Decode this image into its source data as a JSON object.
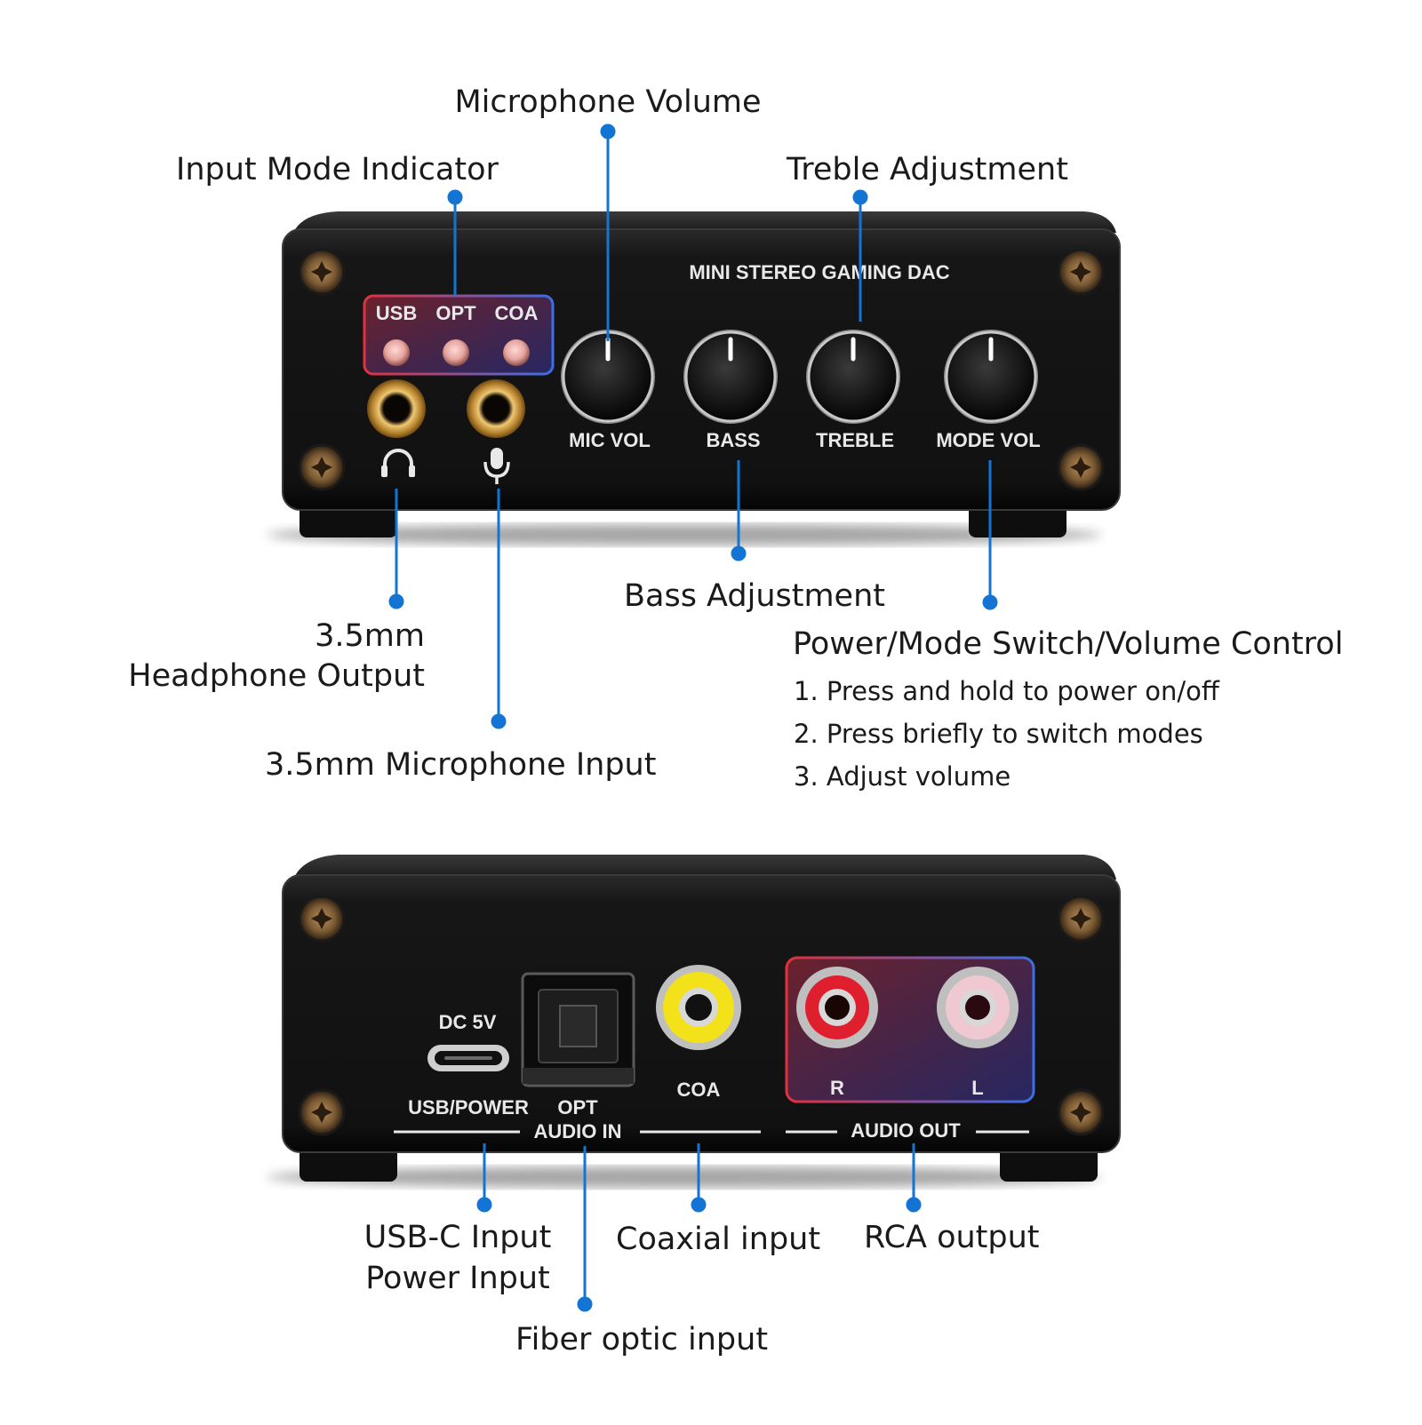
{
  "front_panel": {
    "title": "MINI STEREO GAMING DAC",
    "indicator_labels": [
      "USB",
      "OPT",
      "COA"
    ],
    "knob_labels": [
      "MIC VOL",
      "BASS",
      "TREBLE",
      "MODE VOL"
    ]
  },
  "rear_panel": {
    "dc_label": "DC 5V",
    "usb_power_label": "USB/POWER",
    "opt_label": "OPT",
    "audio_in_label": "AUDIO IN",
    "coa_label": "COA",
    "r_label": "R",
    "l_label": "L",
    "audio_out_label": "AUDIO OUT"
  },
  "callouts": {
    "microphone_volume": "Microphone Volume",
    "input_mode_indicator": "Input Mode Indicator",
    "treble_adjustment": "Treble Adjustment",
    "bass_adjustment": "Bass Adjustment",
    "headphone_line1": "3.5mm",
    "headphone_line2": "Headphone Output",
    "microphone_input": "3.5mm Microphone Input",
    "power_title": "Power/Mode Switch/Volume Control",
    "power_steps": [
      "1. Press and hold to power on/off",
      "2. Press briefly to switch modes",
      "3. Adjust volume"
    ],
    "usbc_line1": "USB-C Input",
    "usbc_line2": "Power Input",
    "coaxial_input": "Coaxial input",
    "rca_output": "RCA output",
    "fiber_optic_input": "Fiber optic input"
  },
  "colors": {
    "accent_blue": "#1474d4",
    "panel_black": "#151515",
    "highlight_red": "#e0313f",
    "gold": "#c99a3e"
  }
}
